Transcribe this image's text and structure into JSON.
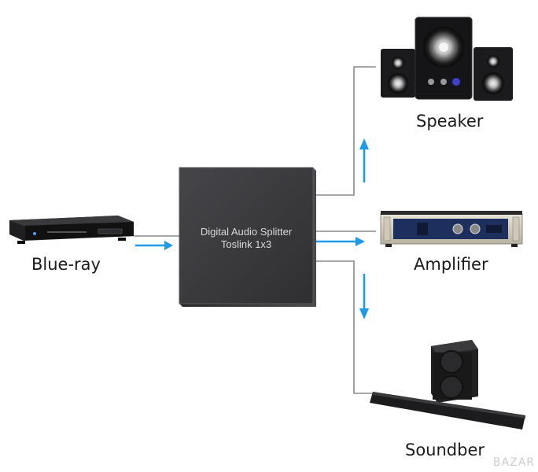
{
  "splitter": {
    "title": "Digital Audio Splitter",
    "subtitle": "Toslink 1x3"
  },
  "devices": {
    "source": "Blue-ray",
    "speaker": "Speaker",
    "amplifier": "Amplifier",
    "soundbar": "Soundber"
  },
  "watermark": "BAZAR",
  "colors": {
    "arrow": "#1e9be8",
    "cable": "#8a8a8a",
    "box": "#3c3c3f"
  }
}
